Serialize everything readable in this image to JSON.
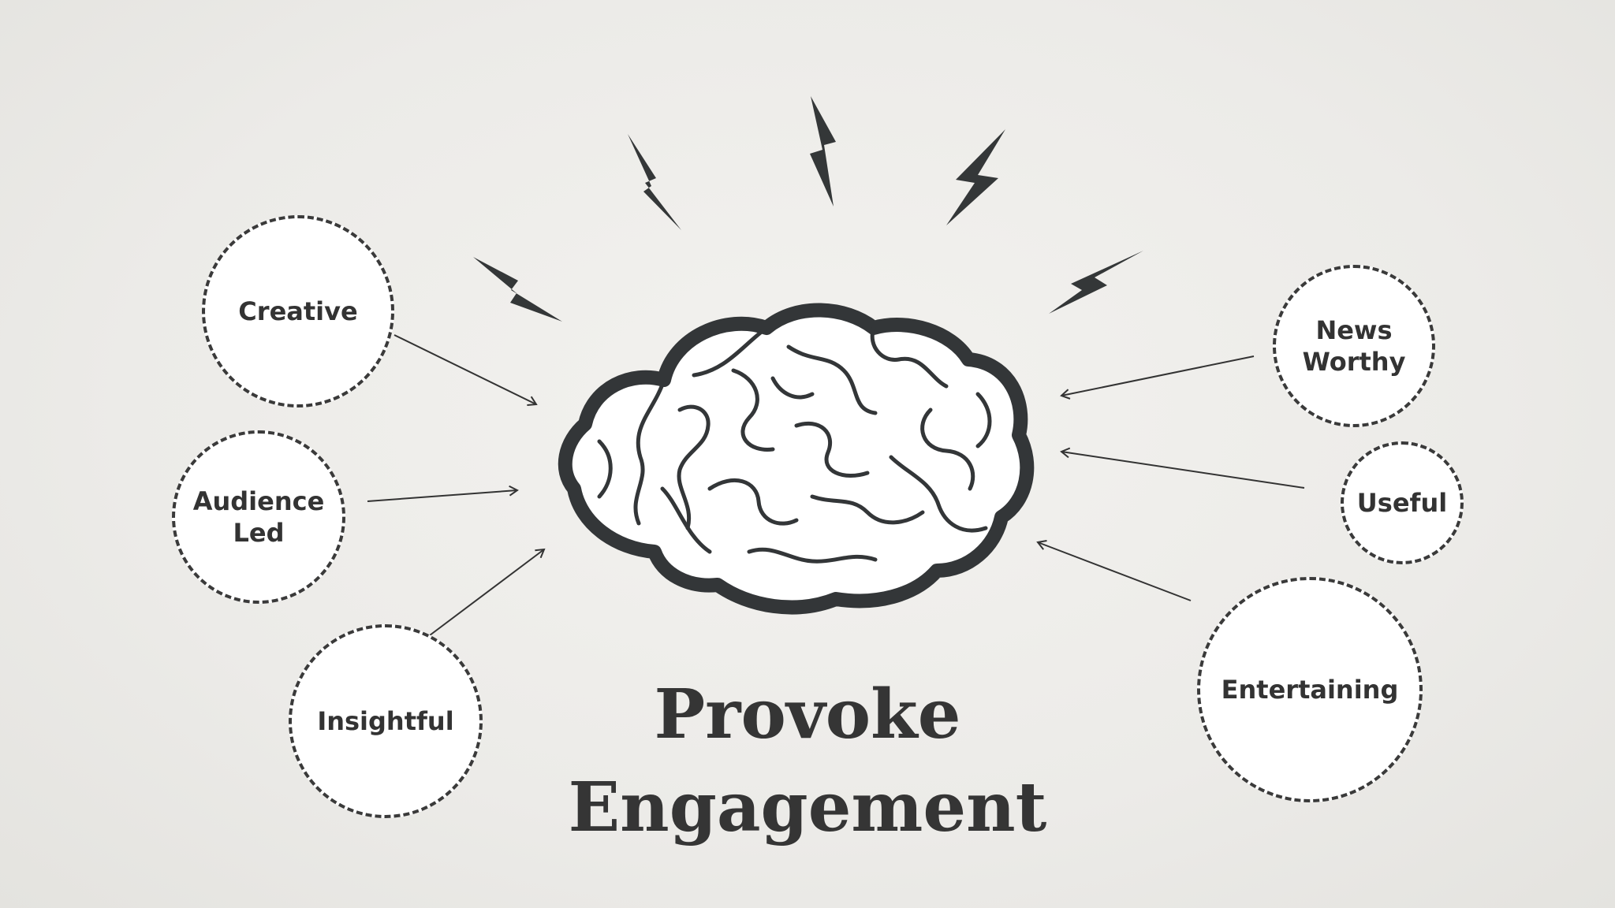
{
  "colors": {
    "ink": "#333333",
    "background": "#ecebe8",
    "bubble_fill": "#ffffff"
  },
  "title": "Provoke\nEngagement",
  "center_icon": "brain-icon",
  "bolt_icon": "lightning-bolt-icon",
  "left_nodes": [
    {
      "label": "Creative"
    },
    {
      "label": "Audience\nLed"
    },
    {
      "label": "Insightful"
    }
  ],
  "right_nodes": [
    {
      "label": "News\nWorthy"
    },
    {
      "label": "Useful"
    },
    {
      "label": "Entertaining"
    }
  ]
}
